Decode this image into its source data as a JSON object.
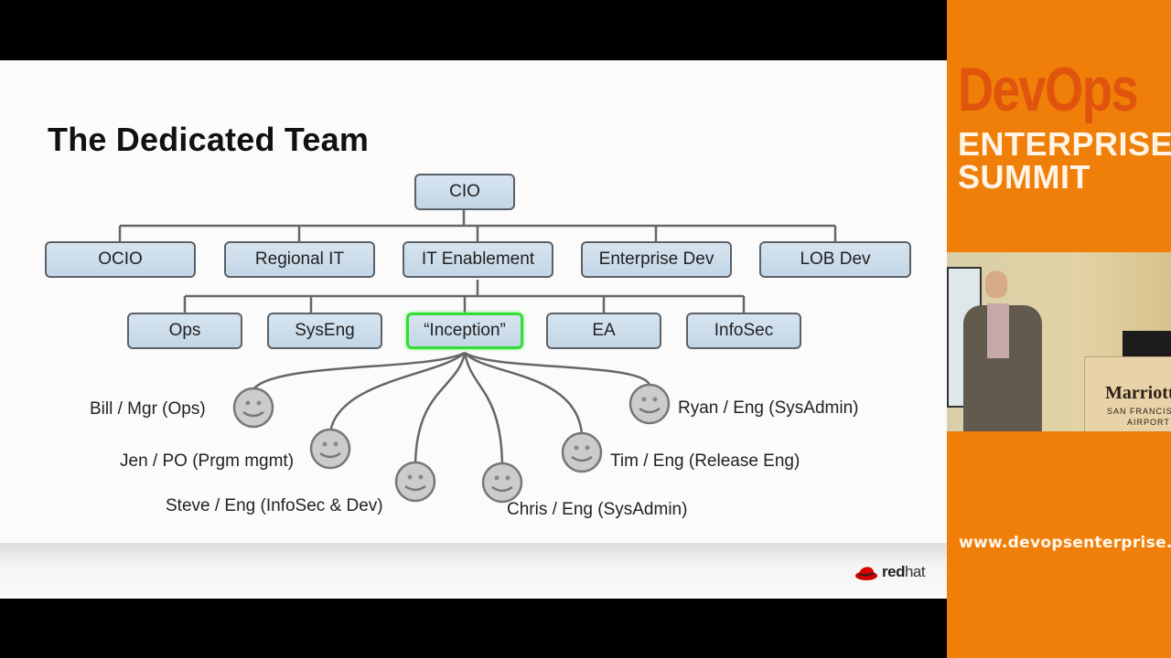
{
  "slide": {
    "title": "The Dedicated Team",
    "org_chart": {
      "root": "CIO",
      "level1": [
        "OCIO",
        "Regional IT",
        "IT Enablement",
        "Enterprise Dev",
        "LOB Dev"
      ],
      "level2_parent": "IT Enablement",
      "level2": [
        "Ops",
        "SysEng",
        "“Inception”",
        "EA",
        "InfoSec"
      ],
      "highlighted": "“Inception”",
      "highlight_color": "#33dd33",
      "box_color": "#c9dbea",
      "team_members": [
        "Bill / Mgr (Ops)",
        "Jen / PO (Prgm mgmt)",
        "Steve / Eng (InfoSec & Dev)",
        "Chris / Eng (SysAdmin)",
        "Tim / Eng (Release Eng)",
        "Ryan / Eng (SysAdmin)"
      ],
      "member_icon": "smiley-face-icon"
    },
    "footer_logo": {
      "bold": "red",
      "light": "hat",
      "icon": "redhat-fedora-icon"
    }
  },
  "sidebar": {
    "brand_devops": "DevOps",
    "brand_line1": "ENTERPRISE",
    "brand_line2": "SUMMIT",
    "brand_color": "#f07f0a",
    "speaker_video": {
      "podium_sign_line1": "Marriott",
      "podium_sign_line2": "SAN FRANCISCO",
      "podium_sign_line3": "AIRPORT"
    },
    "url": "www.devopsenterprise.io"
  }
}
